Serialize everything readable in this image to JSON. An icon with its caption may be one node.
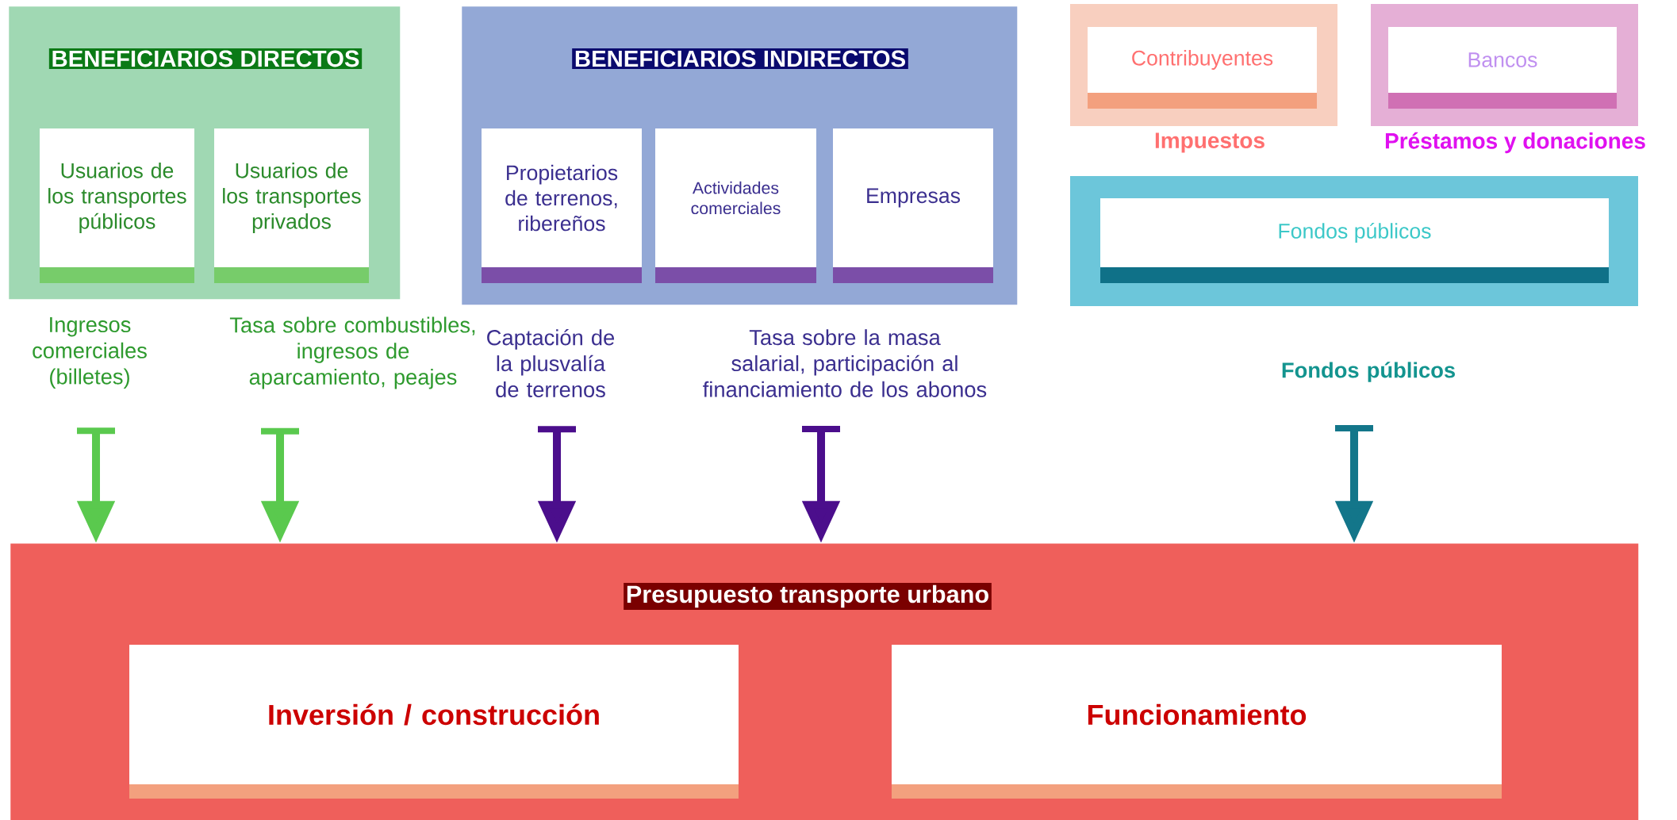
{
  "diagram": {
    "nodes": [
      {
        "text": [
          "BENEFICIARIOS DIRECTOS"
        ]
      },
      {
        "text": [
          "Usuarios de los transportes públicos"
        ],
        "in": 0
      },
      {
        "text": [
          "Usuarios de los transportes privados"
        ],
        "in": 0
      },
      {
        "text": [
          "BENEFICIARIOS INDIRECTOS"
        ]
      },
      {
        "text": [
          "Propietarios de terrenos, ribereños"
        ],
        "in": 3
      },
      {
        "text": [
          "Actividades comerciales"
        ],
        "in": 3
      },
      {
        "text": [
          "Empresas"
        ],
        "in": 3
      },
      {
        "text": [
          "Contribuyentes"
        ],
        "beside": [
          "Impuestos"
        ]
      },
      {
        "text": [
          "Bancos"
        ],
        "beside": [
          "Préstamos y donaciones"
        ]
      },
      {
        "text": [
          "Fondos públicos"
        ]
      },
      {
        "text": [
          "Ingresos comerciales (billetes)"
        ]
      },
      {
        "text": [
          "Tasa sobre combustibles, ingresos de aparcamiento, peajes"
        ]
      },
      {
        "text": [
          "Captación de la plusvalía de terrenos"
        ]
      },
      {
        "text": [
          "Tasa sobre la masa salarial, participación al financiamiento de los abonos"
        ]
      },
      {
        "text": [
          "Fondos públicos"
        ]
      },
      {
        "text": [
          "Presupuesto transporte urbano"
        ]
      },
      {
        "text": [
          "Inversión / construcción"
        ],
        "in": 15
      },
      {
        "text": [
          "Funcionamiento"
        ],
        "in": 15
      }
    ],
    "edges": [
      {
        "from": 10,
        "to": 15,
        "arrow": "to",
        "color": "#5ac94e"
      },
      {
        "from": 11,
        "to": 15,
        "arrow": "to",
        "color": "#5ac94e"
      },
      {
        "from": 12,
        "to": 15,
        "arrow": "to",
        "color": "#4b0e8c"
      },
      {
        "from": 13,
        "to": 15,
        "arrow": "to",
        "color": "#4b0e8c"
      },
      {
        "from": 14,
        "to": 15,
        "arrow": "to",
        "color": "#13768a"
      }
    ]
  }
}
